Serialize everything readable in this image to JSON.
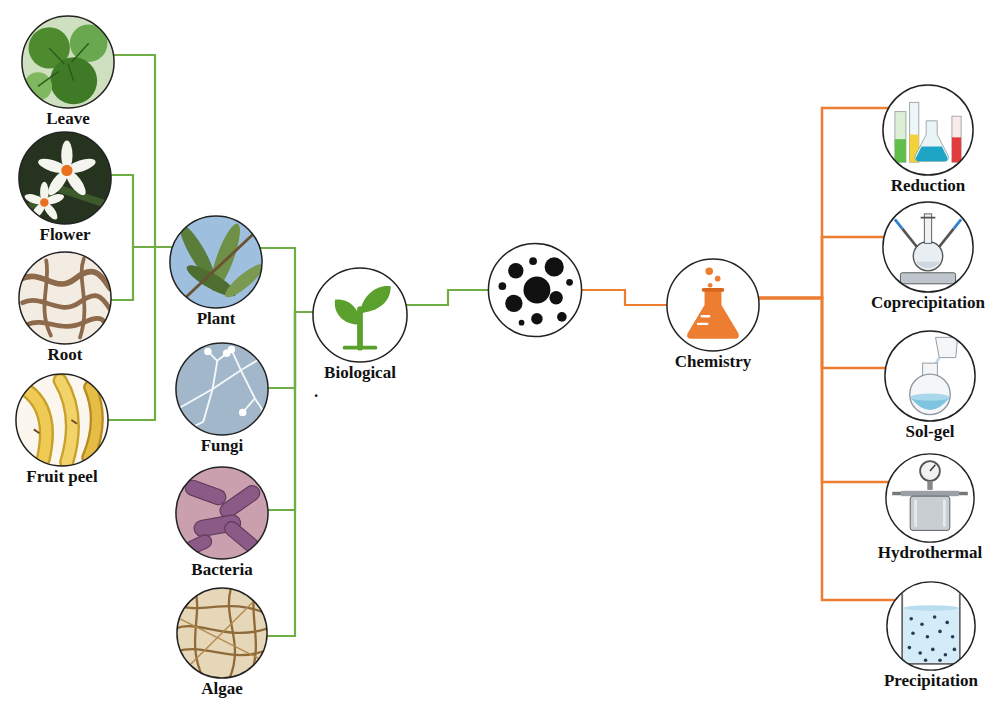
{
  "diagram": {
    "nodes": [
      {
        "text": [
          "Leave"
        ]
      },
      {
        "text": [
          "Flower"
        ]
      },
      {
        "text": [
          "Root"
        ]
      },
      {
        "text": [
          "Fruit peel"
        ]
      },
      {
        "text": [
          "Plant"
        ]
      },
      {
        "text": [
          "Fungi"
        ]
      },
      {
        "text": [
          "Bacteria"
        ]
      },
      {
        "text": [
          "Algae"
        ]
      },
      {
        "text": [
          "Biological",
          "."
        ]
      },
      {
        "text": [
          "Chemistry"
        ]
      },
      {
        "text": [
          "Reduction"
        ]
      },
      {
        "text": [
          "Coprecipitation"
        ]
      },
      {
        "text": [
          "Sol-gel"
        ]
      },
      {
        "text": [
          "Hydrothermal"
        ]
      },
      {
        "text": [
          "Precipitation"
        ]
      }
    ],
    "edges": [
      {
        "from": 0,
        "to": 4,
        "arrow": "none"
      },
      {
        "from": 1,
        "to": 4,
        "arrow": "none"
      },
      {
        "from": 2,
        "to": 4,
        "arrow": "none"
      },
      {
        "from": 3,
        "to": 4,
        "arrow": "none"
      },
      {
        "from": 4,
        "to": 8,
        "arrow": "none"
      },
      {
        "from": 5,
        "to": 8,
        "arrow": "none"
      },
      {
        "from": 6,
        "to": 8,
        "arrow": "none"
      },
      {
        "from": 7,
        "to": 8,
        "arrow": "none"
      },
      {
        "from": 8,
        "to": 9,
        "arrow": "none"
      },
      {
        "from": 9,
        "to": 10,
        "arrow": "none"
      },
      {
        "from": 9,
        "to": 11,
        "arrow": "none"
      },
      {
        "from": 9,
        "to": 12,
        "arrow": "none"
      },
      {
        "from": 9,
        "to": 13,
        "arrow": "none"
      },
      {
        "from": 9,
        "to": 14,
        "arrow": "none"
      }
    ]
  }
}
